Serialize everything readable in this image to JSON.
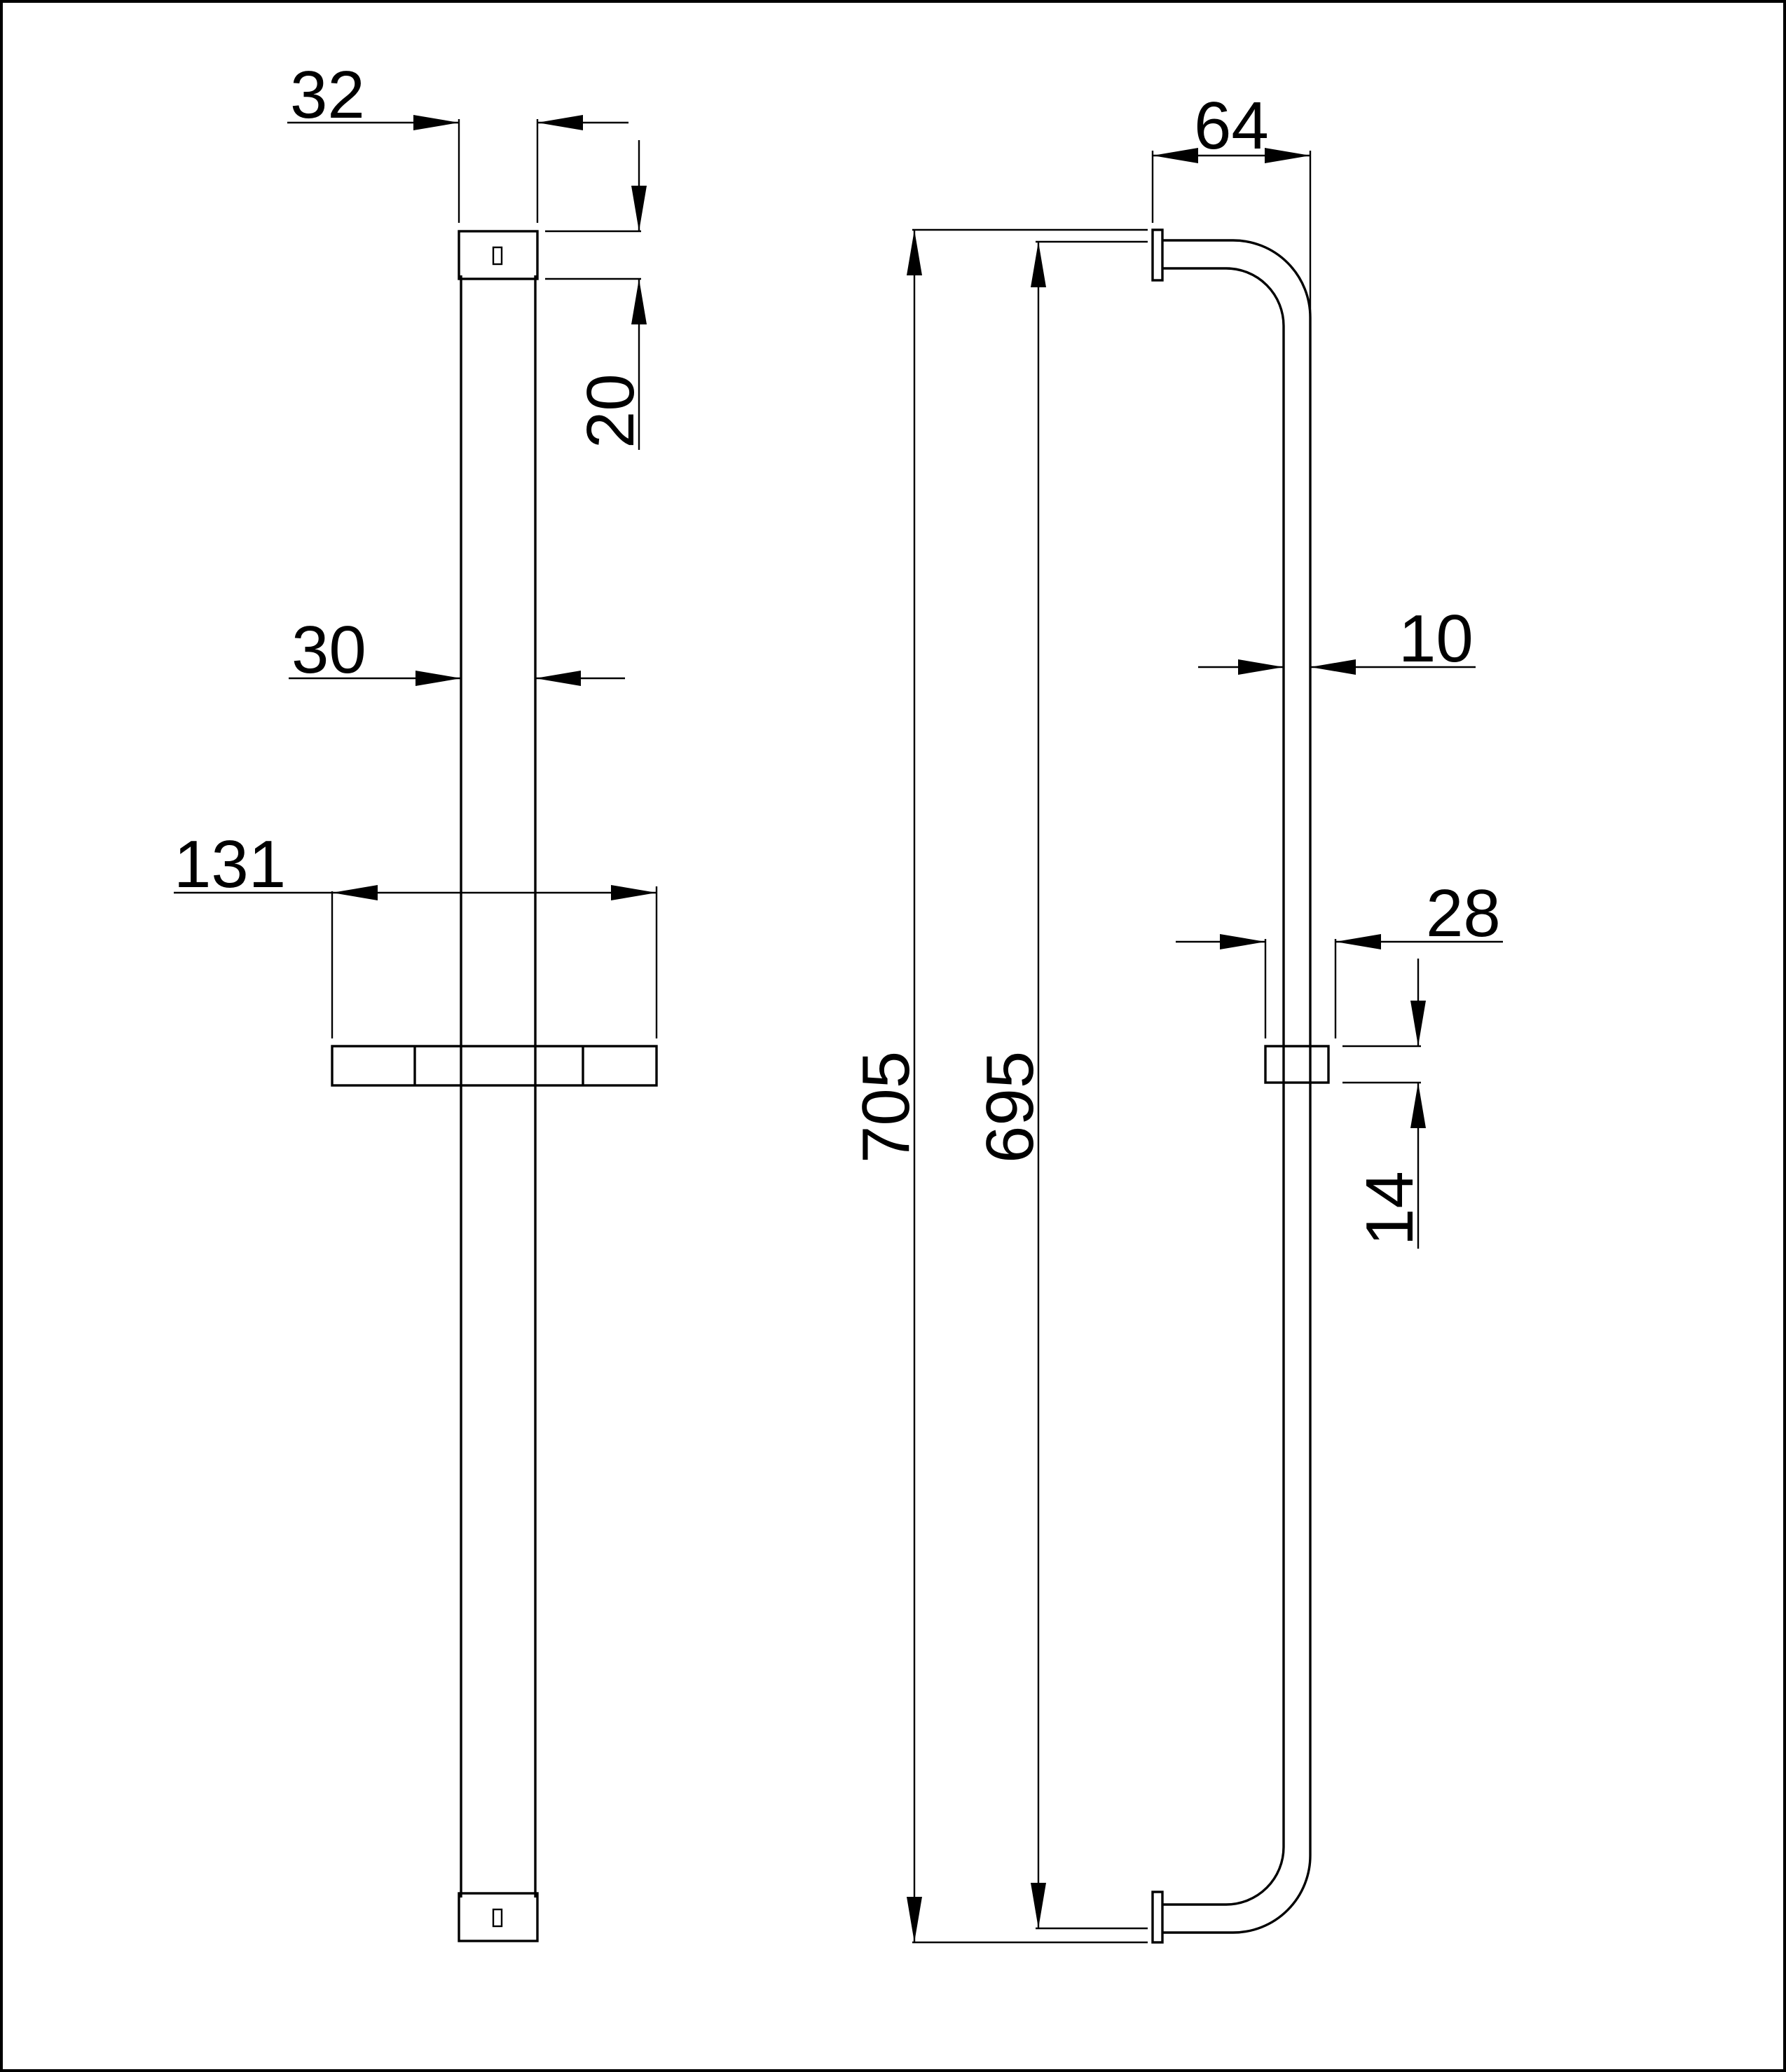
{
  "dimensions": {
    "bracket_width": "32",
    "bracket_height": "20",
    "rail_width": "30",
    "holder_width": "131",
    "total_height": "705",
    "rail_length": "695",
    "wall_depth": "64",
    "rail_thickness": "10",
    "slider_width": "28",
    "slider_height": "14"
  }
}
